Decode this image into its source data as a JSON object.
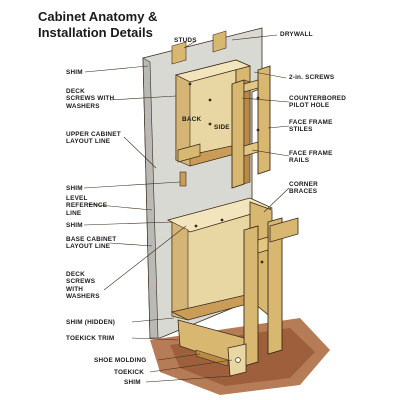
{
  "title": "Cabinet Anatomy &\nInstallation Details",
  "labels": {
    "studs": "STUDS",
    "drywall": "DRYWALL",
    "shim_top": "SHIM",
    "two_in_screws": "2-in. SCREWS",
    "deck_screws_top": "DECK\nSCREWS WITH\nWASHERS",
    "counterbored_pilot_hole": "COUNTERBORED\nPILOT HOLE",
    "back": "BACK",
    "side": "SIDE",
    "face_frame_stiles": "FACE FRAME\nSTILES",
    "upper_cabinet_layout_line": "UPPER CABINET\nLAYOUT LINE",
    "face_frame_rails": "FACE FRAME\nRAILS",
    "corner_braces": "CORNER\nBRACES",
    "shim_mid": "SHIM",
    "level_reference_line": "LEVEL\nREFERENCE\nLINE",
    "shim_lower": "SHIM",
    "base_cabinet_layout_line": "BASE CABINET\nLAYOUT LINE",
    "deck_screws_bottom": "DECK\nSCREWS\nWITH\nWASHERS",
    "shim_hidden": "SHIM (HIDDEN)",
    "toekick_trim": "TOEKICK TRIM",
    "shoe_molding": "SHOE MOLDING",
    "toekick": "TOEKICK",
    "shim_bottom": "SHIM"
  },
  "colors": {
    "wall": "#d9d9d4",
    "wall_shade": "#b9bab5",
    "wood_light": "#e9d7a3",
    "wood_mid": "#d8b870",
    "wood_dark": "#b88a45",
    "floor": "#a9653a",
    "outline": "#3a2a18"
  }
}
